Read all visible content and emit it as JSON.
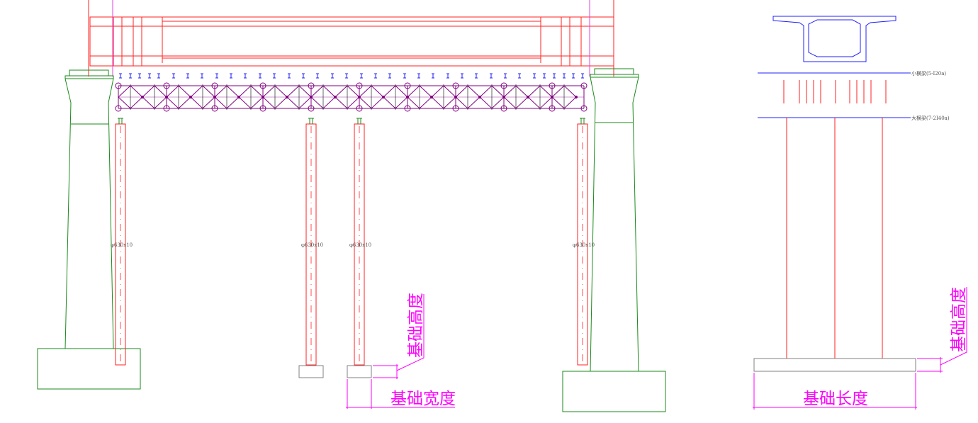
{
  "elevation": {
    "pile_labels": [
      "φ630x10",
      "φ630x10",
      "φ630x10",
      "φ630x10"
    ],
    "foundation_height_label": "基础高度",
    "foundation_width_label": "基础宽度"
  },
  "section": {
    "small_crossbeam_label": "小横梁(5-I20a)",
    "large_crossbeam_label": "大横梁(7-2I40a)",
    "foundation_height_label": "基础高度",
    "foundation_length_label": "基础长度"
  },
  "colors": {
    "beam": "#ff2020",
    "abutment": "#1a8a1a",
    "truss": "#800080",
    "crossbeam": "#2020ff",
    "dimension": "#ff00ff",
    "foundation": "#808080"
  }
}
